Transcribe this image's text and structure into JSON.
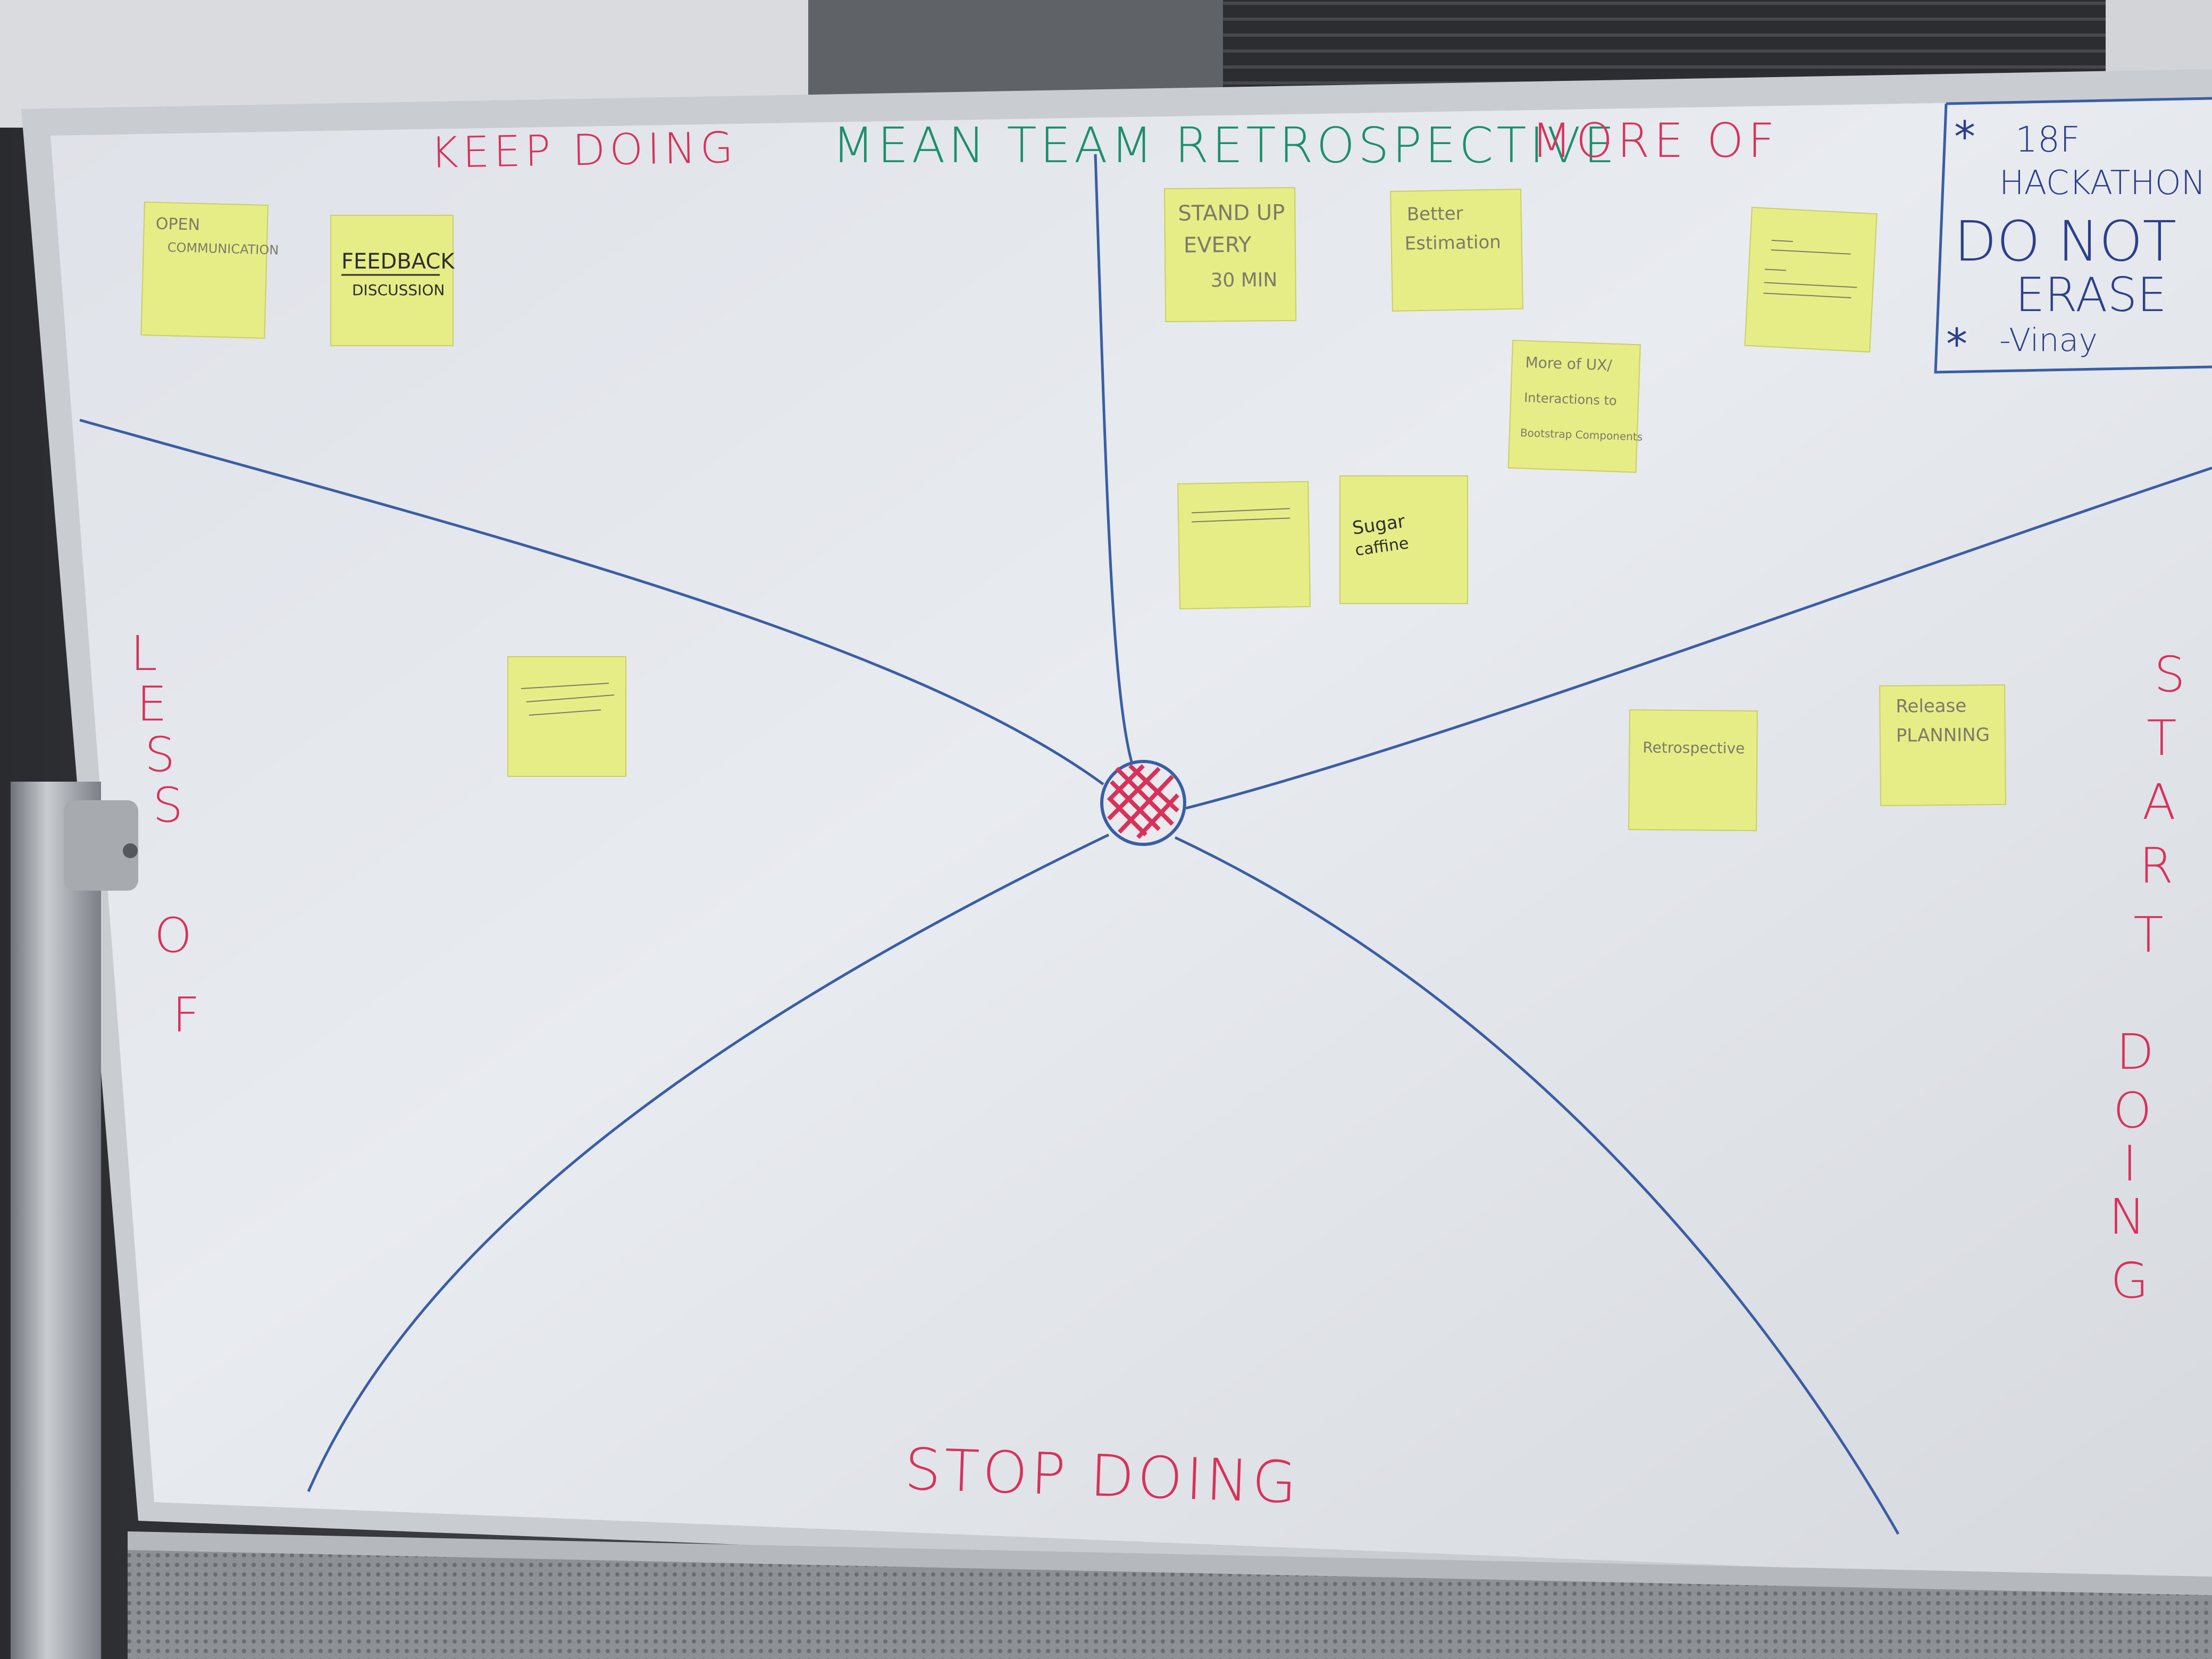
{
  "board": {
    "title": "MEAN TEAM RETROSPECTIVE",
    "quadrants": {
      "keep_doing": "KEEP DOING",
      "more_of": "MORE OF",
      "start_doing": "START DOING",
      "stop_doing": "STOP DOING",
      "less_of": "LESS OF"
    },
    "corner_note": {
      "line1": "18F",
      "line2": "HACKATHON",
      "line3": "DO NOT",
      "line4": "ERASE",
      "line5": "-Vinay"
    }
  },
  "sticky_notes": [
    {
      "id": "n1",
      "lines": [
        "OPEN",
        "COMMUNICATION"
      ]
    },
    {
      "id": "n2",
      "lines": [
        "FEEDBACK",
        "DISCUSSION"
      ]
    },
    {
      "id": "n3",
      "lines": [
        "STAND UP",
        "EVERY",
        "30 MIN"
      ]
    },
    {
      "id": "n4",
      "lines": [
        "Better",
        "Estimation"
      ]
    },
    {
      "id": "n5",
      "lines": [
        "More of UX/",
        "Interactions to",
        "Bootstrap Components"
      ]
    },
    {
      "id": "n6",
      "lines": [
        "Sugar",
        "caffine"
      ]
    },
    {
      "id": "n7",
      "lines": [
        "Release",
        "PLANNING"
      ]
    },
    {
      "id": "n8",
      "lines": [
        "Retrospective"
      ]
    }
  ],
  "colors": {
    "board": "#e4e7ec",
    "frame": "#c9ccd1",
    "sticky": "#e6ec86",
    "marker_red": "#d8315a",
    "marker_green": "#1e8f6b",
    "marker_blue": "#3a5ea6"
  }
}
